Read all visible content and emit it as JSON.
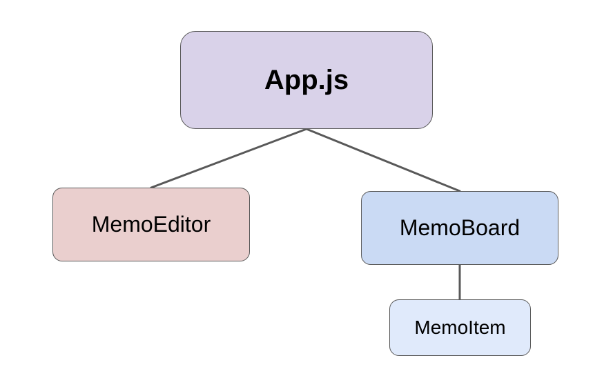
{
  "diagram": {
    "nodes": {
      "app": {
        "label": "App.js",
        "color": "#d9d2e9"
      },
      "editor": {
        "label": "MemoEditor",
        "color": "#eacfce"
      },
      "board": {
        "label": "MemoBoard",
        "color": "#cadaf4"
      },
      "item": {
        "label": "MemoItem",
        "color": "#e0eafb"
      }
    },
    "edges": [
      {
        "from": "App.js",
        "to": "MemoEditor"
      },
      {
        "from": "App.js",
        "to": "MemoBoard"
      },
      {
        "from": "MemoBoard",
        "to": "MemoItem"
      }
    ],
    "line_color": "#595959",
    "border_color": "#595959"
  }
}
